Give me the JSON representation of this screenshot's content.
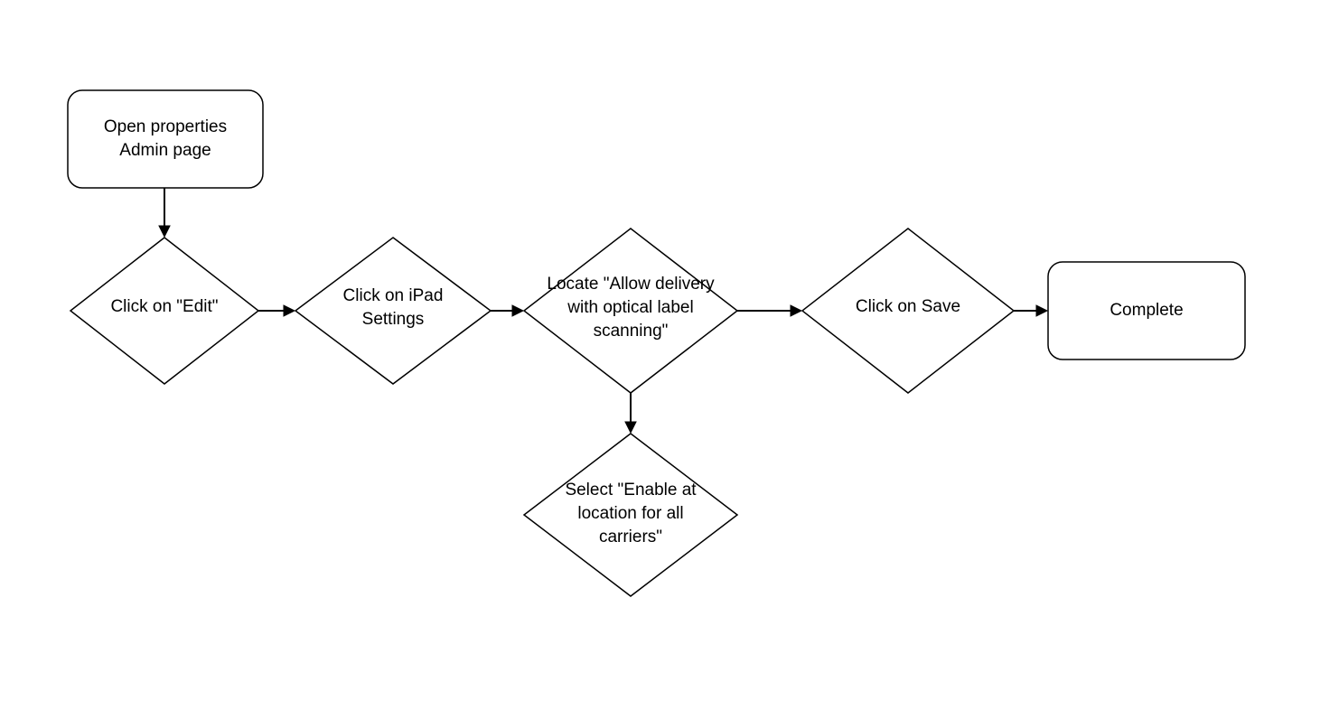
{
  "diagram": {
    "nodes": {
      "open_properties": {
        "label": "Open properties\nAdmin page",
        "shape": "rounded-rectangle"
      },
      "click_edit": {
        "label": "Click on \"Edit\"",
        "shape": "diamond"
      },
      "click_ipad_settings": {
        "label": "Click on iPad\nSettings",
        "shape": "diamond"
      },
      "locate_allow_delivery": {
        "label": "Locate \"Allow delivery\nwith optical label\nscanning\"",
        "shape": "diamond"
      },
      "select_enable": {
        "label": "Select \"Enable at\nlocation for all\ncarriers\"",
        "shape": "diamond"
      },
      "click_save": {
        "label": "Click on Save",
        "shape": "diamond"
      },
      "complete": {
        "label": "Complete",
        "shape": "rounded-rectangle"
      }
    },
    "edges": [
      {
        "from": "open_properties",
        "to": "click_edit"
      },
      {
        "from": "click_edit",
        "to": "click_ipad_settings"
      },
      {
        "from": "click_ipad_settings",
        "to": "locate_allow_delivery"
      },
      {
        "from": "locate_allow_delivery",
        "to": "select_enable"
      },
      {
        "from": "locate_allow_delivery",
        "to": "click_save"
      },
      {
        "from": "click_save",
        "to": "complete"
      }
    ],
    "colors": {
      "stroke": "#000000",
      "fill": "#ffffff",
      "text": "#000000"
    }
  }
}
